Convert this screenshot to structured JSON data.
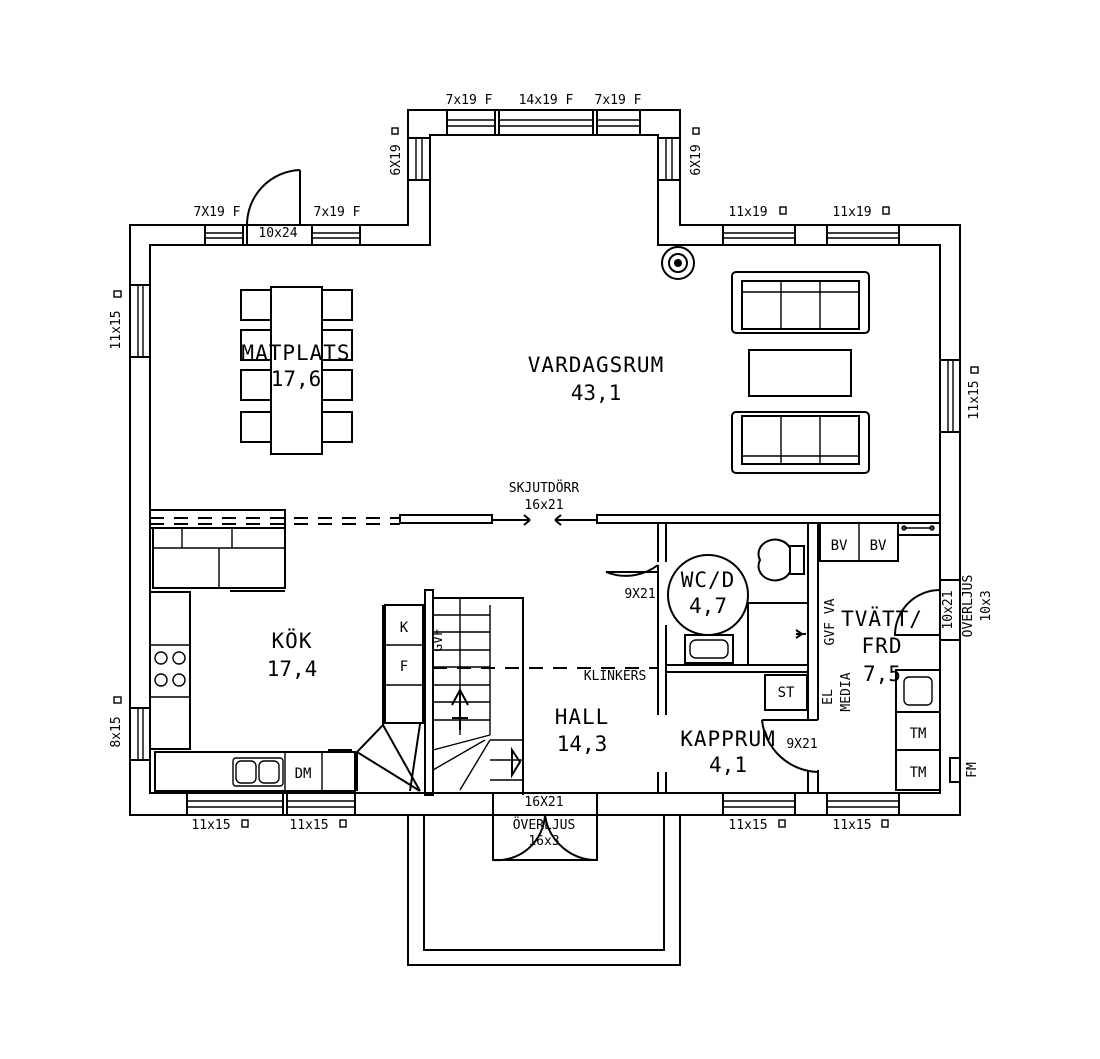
{
  "rooms": {
    "matplats": {
      "name": "MATPLATS",
      "area": "17,6"
    },
    "vardagsrum": {
      "name": "VARDAGSRUM",
      "area": "43,1"
    },
    "kok": {
      "name": "KÖK",
      "area": "17,4"
    },
    "wc": {
      "name": "WC/D",
      "area": "4,7"
    },
    "tvatt": {
      "name": "TVÄTT/",
      "name2": "FRD",
      "area": "7,5"
    },
    "hall": {
      "name": "HALL",
      "area": "14,3"
    },
    "kapprum": {
      "name": "KAPPRUM",
      "area": "4,1"
    }
  },
  "windows": {
    "top_left": "7x19 F",
    "top_mid": "14x19 F",
    "top_right": "7x19 F",
    "bay_left": "6X19",
    "bay_right": "6X19",
    "north_w1": "7X19 F",
    "north_w2": "7x19 F",
    "north_e1": "11x19",
    "north_e2": "11x19",
    "west_upper": "11x15",
    "west_lower": "8x15",
    "east_upper": "11x15",
    "south_1": "11x15",
    "south_2": "11x15",
    "south_3": "11x15",
    "south_4": "11x15"
  },
  "doors": {
    "balcony": "10x24",
    "sliding_label": "SKJUTDÖRR",
    "sliding_size": "16x21",
    "wc": "9X21",
    "kapprum": "9X21",
    "tvatt": "10x21",
    "entrance": "16X21"
  },
  "labels": {
    "klinkers": "KLINKERS",
    "overljus_front": "ÖVERLJUS",
    "overljus_front_size": "16x3",
    "overljus_side": "ÖVERLJUS",
    "overljus_side_size": "10x3",
    "fridge": "K",
    "freezer": "F",
    "dishwasher": "DM",
    "gvf_stair": "GVF",
    "gvf_va": "GVF VA",
    "el": "EL",
    "media": "MEDIA",
    "bv1": "BV",
    "bv2": "BV",
    "st": "ST",
    "tm1": "TM",
    "tm2": "TM",
    "fm": "FM"
  }
}
